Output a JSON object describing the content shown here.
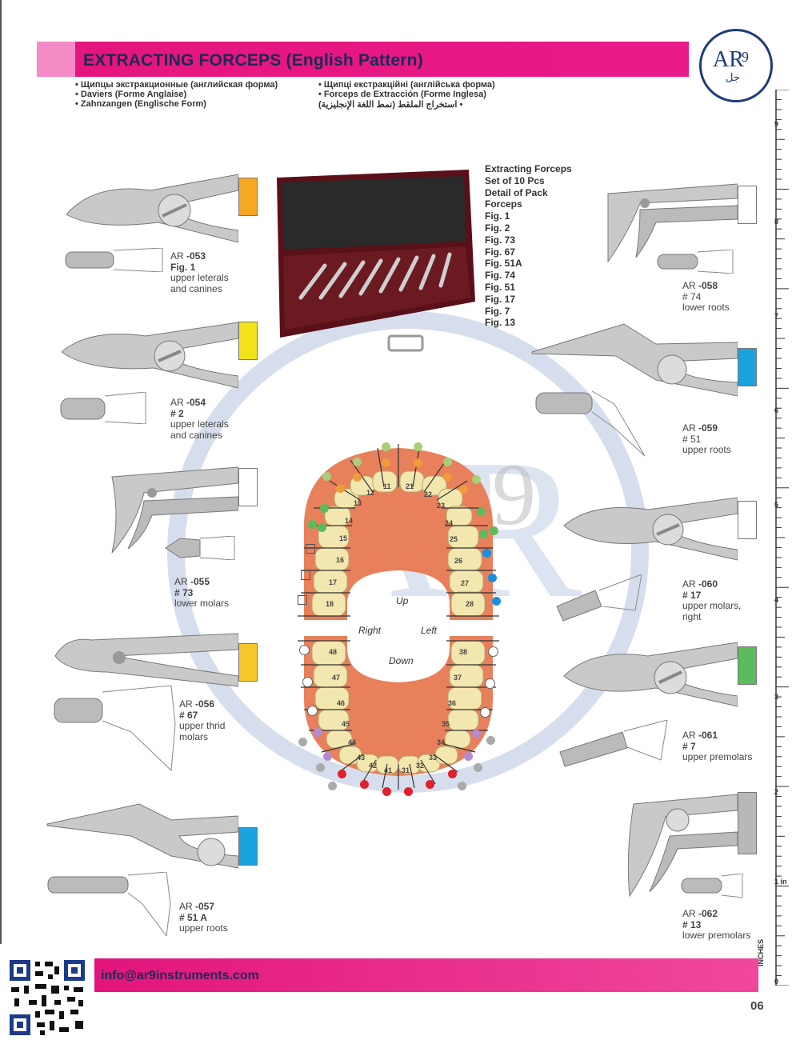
{
  "header": {
    "title": "EXTRACTING FORCEPS (English Pattern)",
    "subtitles_left": [
      "• Щипцы экстракционные (английская форма)",
      "• Daviers (Forme Anglaise)",
      "• Zahnzangen (Englische Form)"
    ],
    "subtitles_right": [
      "• Щипці екстракційні (англійська форма)",
      "• Forceps de Extracción (Forme Inglesa)",
      "استخراج الملقط (نمط اللغة الإنجليزية) •"
    ]
  },
  "logo": {
    "letters": "AR",
    "digit": "9",
    "arabic": "جل"
  },
  "pack": {
    "lines": [
      "Extracting Forceps",
      "Set of 10 Pcs",
      "Detail of Pack",
      "Forceps",
      "Fig. 1",
      "Fig. 2",
      "Fig. 73",
      "Fig. 67",
      "Fig. 51A",
      "Fig. 74",
      "Fig. 51",
      "Fig. 17",
      "Fig. 7",
      "Fig. 13"
    ]
  },
  "items": [
    {
      "prefix": "AR",
      "code": "-053",
      "fig": "Fig. 1",
      "desc": [
        "upper leterals",
        "and canines"
      ],
      "color": "#f7a823"
    },
    {
      "prefix": "AR",
      "code": "-054",
      "fig": "# 2",
      "desc": [
        "upper leterals",
        "and canines"
      ],
      "color": "#f2e21a"
    },
    {
      "prefix": "AR",
      "code": "-055",
      "fig": "# 73",
      "desc": [
        "lower molars"
      ],
      "color": "#ffffff"
    },
    {
      "prefix": "AR",
      "code": "-056",
      "fig": "# 67",
      "desc": [
        "upper thrid",
        "molars"
      ],
      "color": "#f7c62b"
    },
    {
      "prefix": "AR",
      "code": "-057",
      "fig": "# 51 A",
      "desc": [
        "upper roots"
      ],
      "color": "#1aa3dc"
    },
    {
      "prefix": "AR",
      "code": "-058",
      "fig": "# 74",
      "desc": [
        "lower roots"
      ],
      "color": "#ffffff"
    },
    {
      "prefix": "AR",
      "code": "-059",
      "fig": "# 51",
      "desc": [
        "upper roots"
      ],
      "color": "#1aa3dc"
    },
    {
      "prefix": "AR",
      "code": "-060",
      "fig": "# 17",
      "desc": [
        "upper molars,",
        "right"
      ],
      "color": "#ffffff"
    },
    {
      "prefix": "AR",
      "code": "-061",
      "fig": "# 7",
      "desc": [
        "upper premolars"
      ],
      "color": "#5cbb5c"
    },
    {
      "prefix": "AR",
      "code": "-062",
      "fig": "# 13",
      "desc": [
        "lower premolars"
      ],
      "color": "#b8b8b8"
    }
  ],
  "chart": {
    "up": "Up",
    "down": "Down",
    "right": "Right",
    "left": "Left",
    "upper_right": [
      "11",
      "12",
      "13",
      "14",
      "15",
      "16",
      "17",
      "18"
    ],
    "upper_left": [
      "21",
      "22",
      "23",
      "24",
      "25",
      "26",
      "27",
      "28"
    ],
    "lower_right": [
      "41",
      "42",
      "43",
      "44",
      "45",
      "46",
      "47",
      "48"
    ],
    "lower_left": [
      "31",
      "32",
      "33",
      "34",
      "35",
      "36",
      "37",
      "38"
    ]
  },
  "footer": {
    "email": "info@ar9instruments.com",
    "page": "06"
  },
  "ruler": {
    "unit": "INCHES",
    "labels": [
      "0",
      "1 in",
      "2",
      "3",
      "4",
      "5",
      "6",
      "7",
      "8",
      "9"
    ]
  }
}
